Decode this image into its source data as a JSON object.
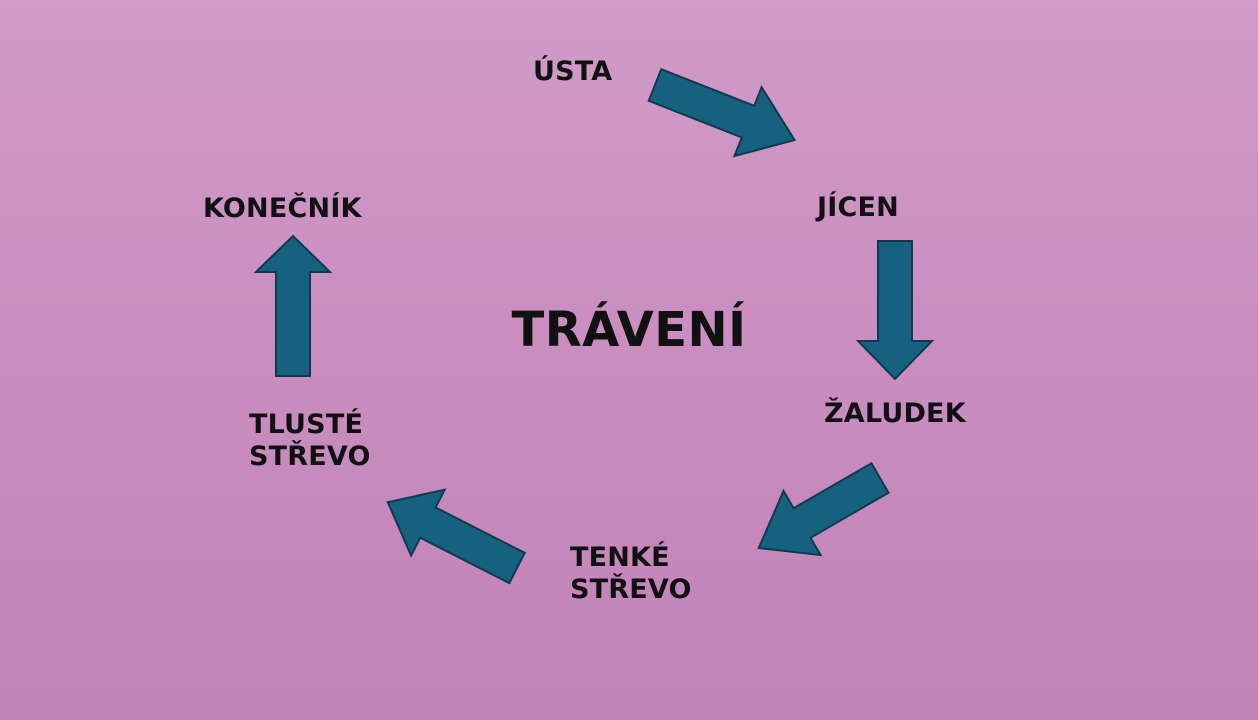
{
  "diagram": {
    "title": "TRÁVENÍ",
    "nodes": {
      "usta": [
        "ÚSTA"
      ],
      "jicen": [
        "JÍCEN"
      ],
      "zaludek": [
        "ŽALUDEK"
      ],
      "tenke_strevo": [
        "TENKÉ",
        "STŘEVO"
      ],
      "tluste_strevo": [
        "TLUSTÉ",
        "STŘEVO"
      ],
      "konecnik": [
        "KONEČNÍK"
      ]
    },
    "flow": [
      "usta",
      "jicen",
      "zaludek",
      "tenke_strevo",
      "tluste_strevo",
      "konecnik"
    ]
  },
  "colors": {
    "background_top": "#d09bc8",
    "background_bottom": "#c283b8",
    "arrow_fill": "#16617f",
    "arrow_stroke": "#0d3b4d",
    "text": "#111111"
  }
}
